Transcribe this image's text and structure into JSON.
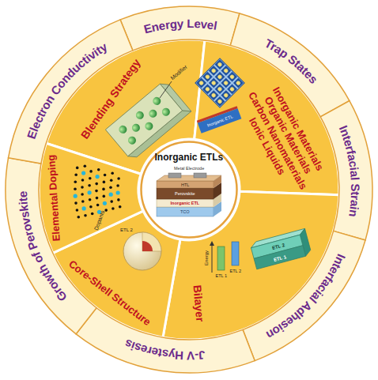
{
  "diagram": {
    "nodes": [
      {
        "text": [
          "Energy Level"
        ]
      },
      {
        "text": [
          "Trap States"
        ]
      },
      {
        "text": [
          "Interfacial Strain"
        ]
      },
      {
        "text": [
          "Interfacial Adhesion"
        ]
      },
      {
        "text": [
          "J-V Hysteresis"
        ]
      },
      {
        "text": [
          "Growth of Perovskite"
        ]
      },
      {
        "text": [
          "Electron Conductivity"
        ]
      },
      {
        "text": [
          "Blending Strategy"
        ]
      },
      {
        "text": [
          "Inorganic Materials",
          "Organic Materials",
          "Carbon Nanomaterials",
          "Ionic Liquids"
        ]
      },
      {
        "text": [
          "Bilayer"
        ]
      },
      {
        "text": [
          "Core-Shell Structure"
        ]
      },
      {
        "text": [
          "Elemental Doping"
        ]
      },
      {
        "text": [
          "Inorganic ETLs"
        ]
      }
    ],
    "labels": [
      "Modifier",
      "Dopants",
      "Inorganic ETL",
      "ETL 2",
      "ETL 1",
      "ETL 1",
      "ETL 2",
      "Energy",
      "ETL 2",
      "Metal Electrode",
      "HTL",
      "Perovskite",
      "Inorganic ETL",
      "TCO"
    ]
  }
}
